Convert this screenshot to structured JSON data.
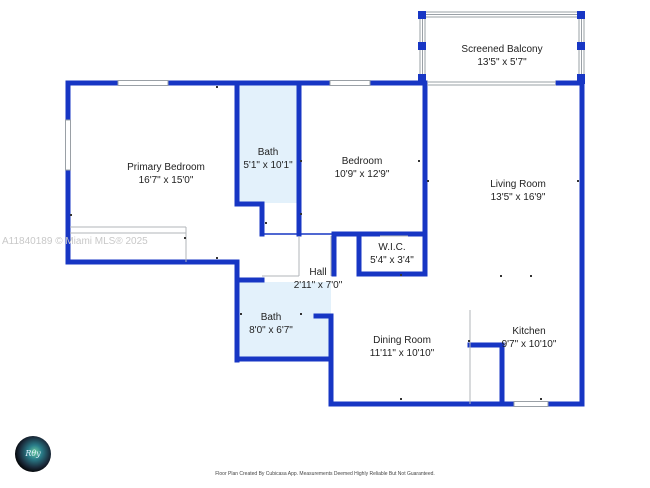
{
  "colors": {
    "wall": "#1736c4",
    "bath_fill": "#e3f1fb",
    "text": "#222222",
    "window": "#9aa0a6"
  },
  "rooms": [
    {
      "id": "screened-balcony",
      "name": "Screened Balcony",
      "dim": "13'5\" x 5'7\""
    },
    {
      "id": "primary-bedroom",
      "name": "Primary Bedroom",
      "dim": "16'7\" x 15'0\""
    },
    {
      "id": "bath-1",
      "name": "Bath",
      "dim": "5'1\" x 10'1\""
    },
    {
      "id": "bedroom",
      "name": "Bedroom",
      "dim": "10'9\" x 12'9\""
    },
    {
      "id": "living-room",
      "name": "Living Room",
      "dim": "13'5\" x 16'9\""
    },
    {
      "id": "wic",
      "name": "W.I.C.",
      "dim": "5'4\" x 3'4\""
    },
    {
      "id": "hall",
      "name": "Hall",
      "dim": "2'11\" x 7'0\""
    },
    {
      "id": "bath-2",
      "name": "Bath",
      "dim": "8'0\" x 6'7\""
    },
    {
      "id": "dining-room",
      "name": "Dining Room",
      "dim": "11'11\" x 10'10\""
    },
    {
      "id": "kitchen",
      "name": "Kitchen",
      "dim": "9'7\" x 10'10\""
    }
  ],
  "watermark": "A11840189 © Miami MLS® 2025",
  "footer": "Floor Plan Created By Cubicasa App. Measurements Deemed Highly Reliable But Not Guaranteed.",
  "logo_text": "Rθy"
}
